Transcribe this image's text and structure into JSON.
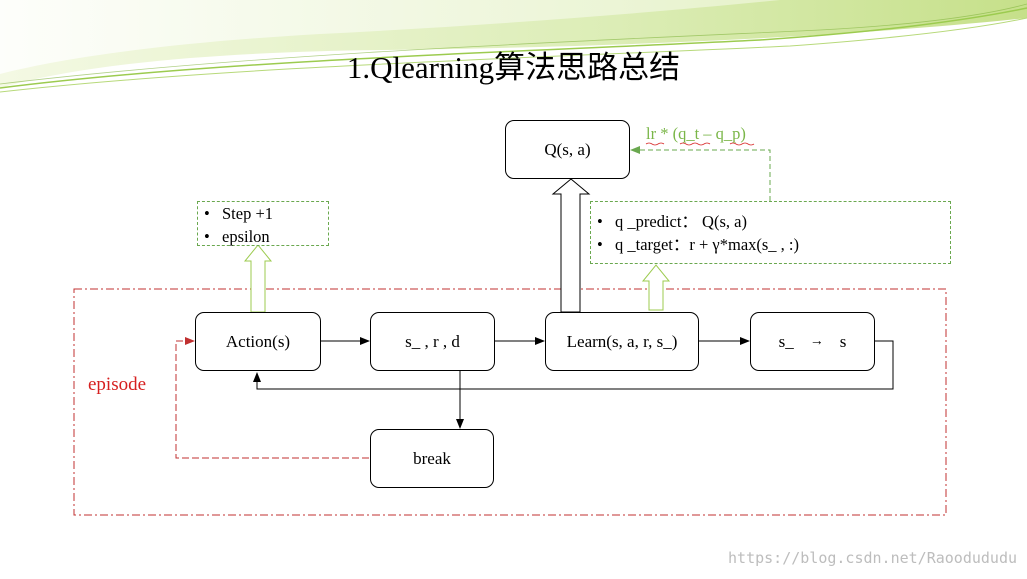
{
  "title": "1.Qlearning算法思路总结",
  "nodes": {
    "q_node": "Q(s, a)",
    "action": "Action(s)",
    "step_result": "s_ , r , d",
    "learn": "Learn(s, a, r, s_)",
    "update_left": "s_",
    "update_arrow": "→",
    "update_right": "s",
    "break_node": "break"
  },
  "notes": {
    "action_note": [
      "Step +1",
      "epsilon"
    ],
    "learn_note": [
      "q _predict： Q(s, a)",
      "q _target：r + γ*max(s_ , :)"
    ]
  },
  "formula": "lr * (q_t – q_p)",
  "episode_label": "episode",
  "watermark": "https://blog.csdn.net/Raoodududu",
  "colors": {
    "episode_border": "#c03030",
    "note_border": "#6aa84f",
    "formula": "#7ab648",
    "decor": "#cfe3a0"
  }
}
